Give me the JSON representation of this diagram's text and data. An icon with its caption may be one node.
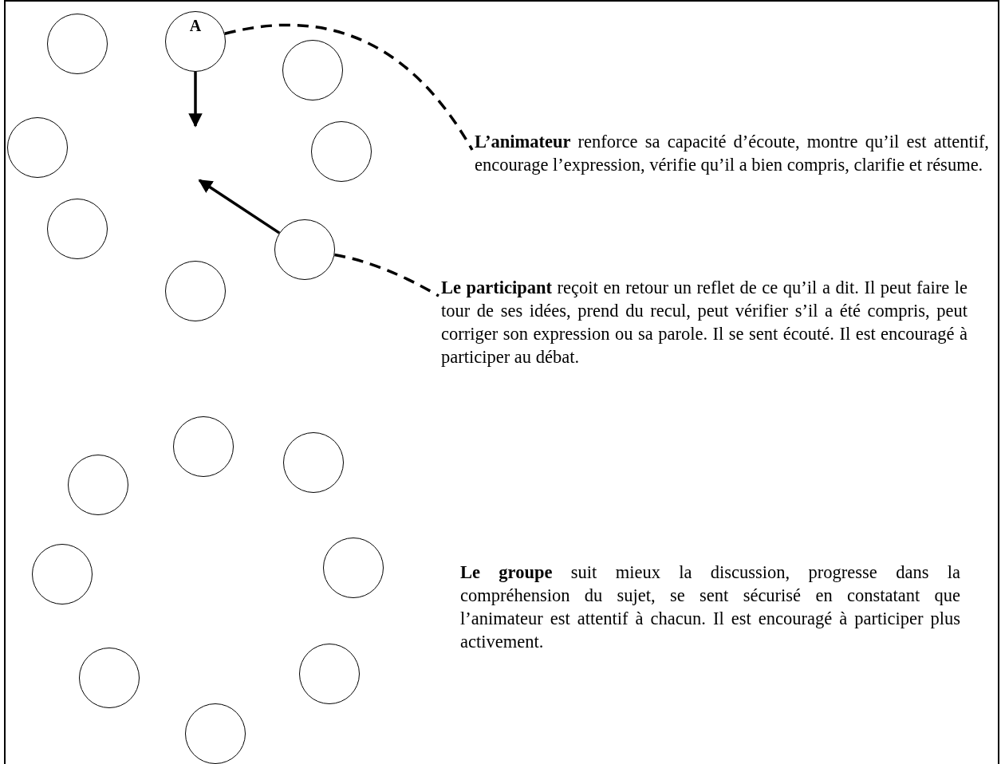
{
  "diagram": {
    "nodes": [
      {
        "text": [],
        "shape": "circle"
      },
      {
        "text": [
          "A"
        ]
      },
      {
        "text": [],
        "shape": "circle"
      },
      {
        "text": [],
        "shape": "circle"
      },
      {
        "text": [
          "**L’animateur** renforce sa capacité d’écoute, montre qu’il est attentif, encourage l’expression, vérifie qu’il a bien compris, clarifie et résume."
        ]
      },
      {
        "text": [],
        "shape": "circle"
      },
      {
        "text": [],
        "shape": "circle"
      },
      {
        "text": [],
        "shape": "circle"
      },
      {
        "text": [
          "**Le participant** reçoit en retour un reflet de ce qu’il a dit. Il  peut faire le tour de ses idées, prend du recul, peut vérifier s’il a été compris, peut corriger son expression ou sa parole. Il se sent écouté. Il est encouragé  à participer au débat."
        ]
      },
      {
        "text": [],
        "shape": "circle"
      },
      {
        "text": [],
        "shape": "circle"
      },
      {
        "text": [],
        "shape": "circle"
      },
      {
        "text": [],
        "shape": "circle"
      },
      {
        "text": [],
        "shape": "circle"
      },
      {
        "text": [],
        "shape": "circle"
      },
      {
        "text": [
          "**Le groupe** suit mieux la discussion, progresse dans la compréhension du sujet, se sent sécurisé en constatant que l’animateur est attentif à chacun. Il est encouragé à participer plus activement."
        ]
      },
      {
        "text": [],
        "shape": "circle"
      },
      {
        "text": [],
        "shape": "circle"
      },
      {
        "text": [],
        "shape": "circle"
      }
    ],
    "edges": [
      {
        "from": 1,
        "to": 4,
        "arrow": "none",
        "style": "dashed"
      },
      {
        "from": 7,
        "to": 8,
        "arrow": "none",
        "style": "dashed"
      },
      {
        "from": 1,
        "to": null,
        "arrow": "to"
      },
      {
        "from": 7,
        "to": null,
        "arrow": "to"
      }
    ]
  }
}
